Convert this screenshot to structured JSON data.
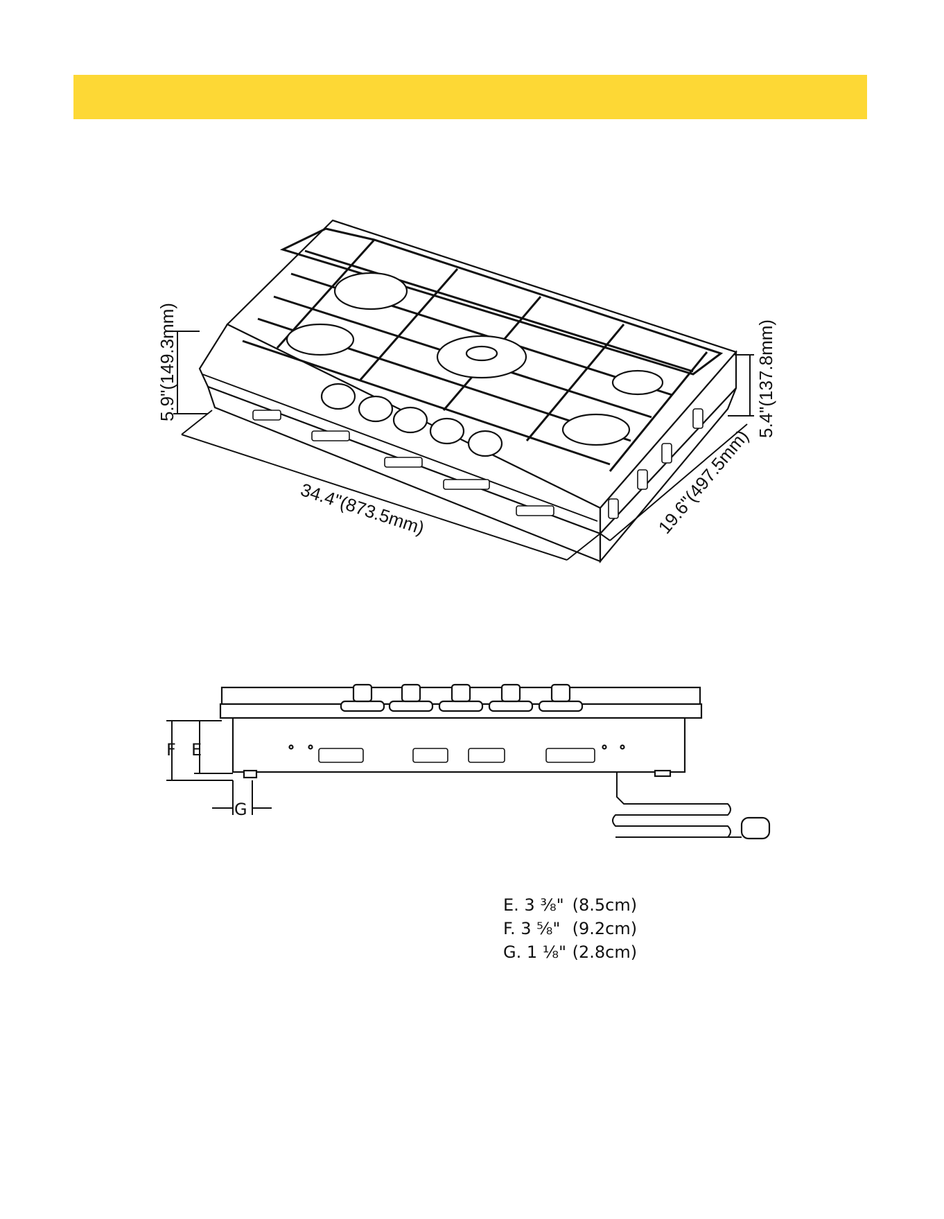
{
  "header": {
    "band_color": "#FDD835"
  },
  "iso_view": {
    "height_left": "5.9\"(149.3mm)",
    "height_right": "5.4\"(137.8mm)",
    "width": "34.4\"(873.5mm)",
    "depth": "19.6\"(497.5mm)"
  },
  "side_view": {
    "label_f": "F",
    "label_e": "E",
    "label_g": "G"
  },
  "specs": [
    {
      "label": "E. 3 ⅜\"",
      "metric": "(8.5cm)"
    },
    {
      "label": "F. 3 ⅝\"",
      "metric": "(9.2cm)"
    },
    {
      "label": "G. 1 ⅛\"",
      "metric": "(2.8cm)"
    }
  ]
}
